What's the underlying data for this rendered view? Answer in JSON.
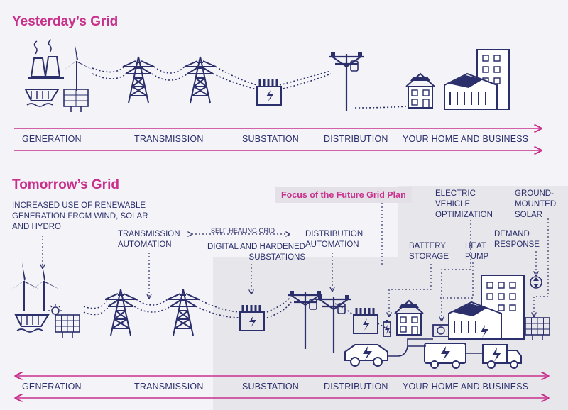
{
  "yesterday": {
    "title": "Yesterday’s Grid",
    "stages": [
      "GENERATION",
      "TRANSMISSION",
      "SUBSTATION",
      "DISTRIBUTION",
      "YOUR HOME AND BUSINESS"
    ]
  },
  "tomorrow": {
    "title": "Tomorrow’s Grid",
    "focus": "Focus of the Future Grid Plan",
    "stages": [
      "GENERATION",
      "TRANSMISSION",
      "SUBSTATION",
      "DISTRIBUTION",
      "YOUR HOME AND BUSINESS"
    ],
    "callouts": {
      "renewable": "INCREASED USE OF RENEWABLE GENERATION FROM WIND, SOLAR AND HYDRO",
      "transmission_automation": "TRANSMISSION AUTOMATION",
      "self_healing": "SELF-HEALING GRID",
      "digital_substations": "DIGITAL AND HARDENED SUBSTATIONS",
      "distribution_automation": "DISTRIBUTION AUTOMATION",
      "battery_storage": "BATTERY STORAGE",
      "ev_optimization": "ELECTRIC VEHICLE OPTIMIZATION",
      "heat_pump": "HEAT PUMP",
      "demand_response": "DEMAND RESPONSE",
      "ground_solar": "GROUND-MOUNTED SOLAR"
    }
  },
  "colors": {
    "accent": "#c8308c",
    "ink": "#2b2f6b",
    "focus_bg": "#e3e1e7",
    "background": "#f4f4f8"
  }
}
